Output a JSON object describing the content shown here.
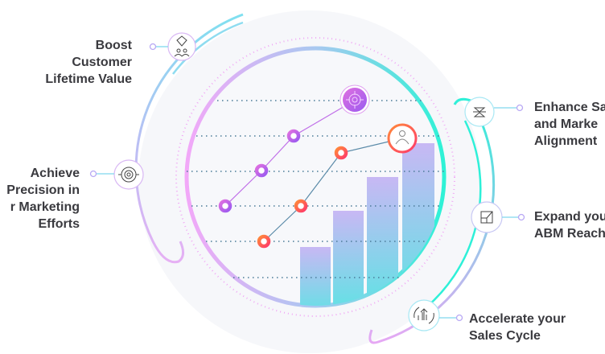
{
  "benefits": [
    {
      "lines": [
        "Boost",
        "Customer",
        "Lifetime Value"
      ],
      "icon": "diamond-people-icon"
    },
    {
      "lines": [
        "Achieve",
        "Precision in",
        "r Marketing",
        "Efforts"
      ],
      "icon": "target-eye-icon"
    },
    {
      "lines": [
        "Enhance Sa",
        "and Marke",
        "Alignment"
      ],
      "icon": "alignment-icon"
    },
    {
      "lines": [
        "Expand you",
        "ABM Reach"
      ],
      "icon": "expand-square-icon"
    },
    {
      "lines": [
        "Accelerate your",
        "Sales Cycle"
      ],
      "icon": "growth-cycle-icon"
    }
  ],
  "colors": {
    "pink": "#f0a8f5",
    "purple": "#a259f0",
    "cyan": "#2ef0d8",
    "orange": "#ff6a3d",
    "red": "#ff3366",
    "text": "#3a3a3f"
  }
}
